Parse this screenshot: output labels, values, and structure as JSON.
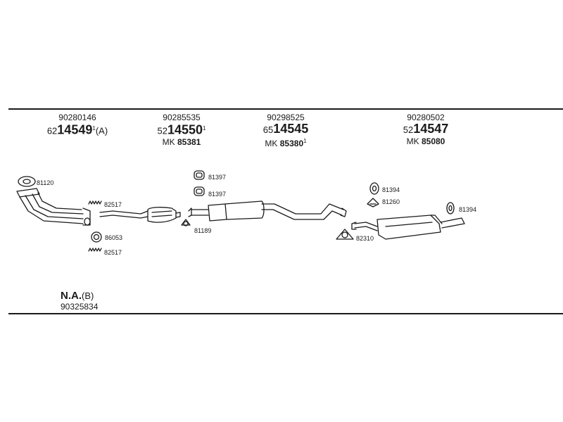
{
  "columns": [
    {
      "oe": "90280146",
      "prefix": "62",
      "big": "14549",
      "sup": "1",
      "suffix": "(A)",
      "mk_prefix": "",
      "mk_label": "",
      "mk_num": "",
      "mk_sup": ""
    },
    {
      "oe": "90285535",
      "prefix": "52",
      "big": "14550",
      "sup": "1",
      "suffix": "",
      "mk_prefix": "MK",
      "mk_num": "85381",
      "mk_sup": ""
    },
    {
      "oe": "90298525",
      "prefix": "65",
      "big": "14545",
      "sup": "",
      "suffix": "",
      "mk_prefix": "MK",
      "mk_num": "85380",
      "mk_sup": "1"
    },
    {
      "oe": "90280502",
      "prefix": "52",
      "big": "14547",
      "sup": "",
      "suffix": "",
      "mk_prefix": "MK",
      "mk_num": "85080",
      "mk_sup": ""
    }
  ],
  "part_labels": {
    "p81120": "81120",
    "p82517a": "82517",
    "p86053": "86053",
    "p82517b": "82517",
    "p81397a": "81397",
    "p81397b": "81397",
    "p81189": "81189",
    "p81394a": "81394",
    "p81260": "81260",
    "p81394b": "81394",
    "p82310": "82310"
  },
  "footer": {
    "na_big": "N.A.",
    "na_suffix": "(B)",
    "na_number": "90325834"
  }
}
